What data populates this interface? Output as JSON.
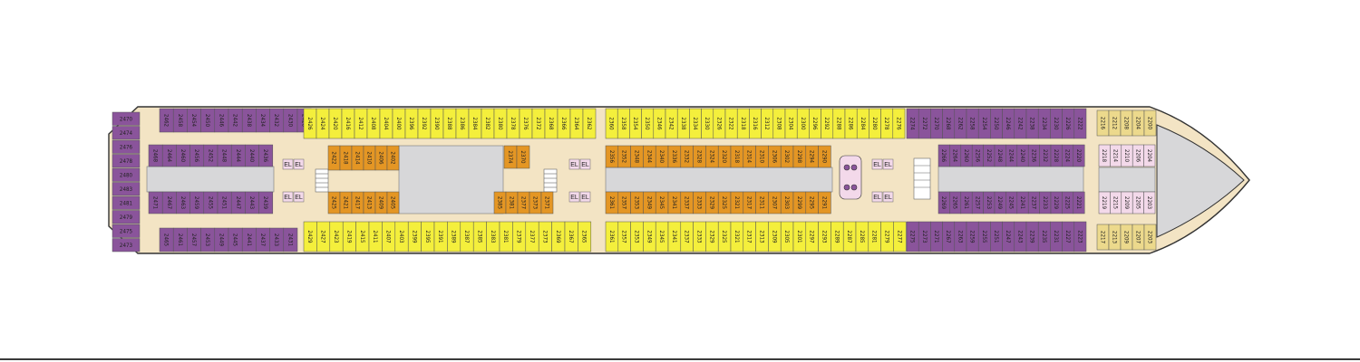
{
  "colors": {
    "suite": "#8a549b",
    "ocean_view": "#f4ef3c",
    "interior": "#e49624",
    "interior_light": "#f2d48a",
    "corridor": "#f3e4c4",
    "open_area": "#d7d7d9",
    "stern_gold": "#ecd98c",
    "service": "#f3d9ea",
    "hull_line": "#333333"
  },
  "deck": {
    "elevator_label": "EL",
    "stern_numbers": [
      "2470",
      "2474",
      "2476",
      "2478",
      "2480",
      "2483",
      "2481",
      "2479",
      "2475",
      "2473"
    ],
    "aft_top_outer": [
      "2462",
      "2458",
      "2454",
      "2450",
      "2446",
      "2442",
      "2438",
      "2434",
      "2432",
      "2430",
      "2428"
    ],
    "aft_top_inner": [
      "2468",
      "2464",
      "2460",
      "2456",
      "2452",
      "2448",
      "2444",
      "2440",
      "2436"
    ],
    "aft_bottom_inner": [
      "2471",
      "2467",
      "2463",
      "2459",
      "2455",
      "2451",
      "2447",
      "2443",
      "2439"
    ],
    "aft_bottom_outer": [
      "2465",
      "2461",
      "2457",
      "2453",
      "2449",
      "2445",
      "2441",
      "2437",
      "2433",
      "2431"
    ],
    "yellow_top_a": [
      "2426",
      "2424",
      "2420",
      "2416",
      "2412",
      "2408",
      "2404",
      "2400",
      "2396",
      "2392",
      "2390",
      "2388",
      "2386",
      "2384",
      "2382",
      "2380",
      "2378",
      "2376",
      "2372",
      "2368",
      "2366",
      "2364",
      "2362"
    ],
    "yellow_bottom_a": [
      "2429",
      "2427",
      "2423",
      "2419",
      "2415",
      "2411",
      "2407",
      "2403",
      "2399",
      "2395",
      "2391",
      "2389",
      "2387",
      "2385",
      "2383",
      "2381",
      "2379",
      "2377",
      "2373",
      "2369",
      "2367",
      "2365"
    ],
    "orange_a_top": [
      "2422",
      "2418",
      "2414",
      "2410",
      "2406",
      "2402"
    ],
    "orange_a_bottom": [
      "2425",
      "2421",
      "2417",
      "2413",
      "2409",
      "2405"
    ],
    "orange_b_top": [
      "2374",
      "2370"
    ],
    "orange_b_bottom": [
      "2385",
      "2381",
      "2377",
      "2373",
      "2371"
    ],
    "yellow_top_b": [
      "2360",
      "2358",
      "2354",
      "2350",
      "2346",
      "2342",
      "2338",
      "2334",
      "2330",
      "2326",
      "2322",
      "2318",
      "2316",
      "2312",
      "2308",
      "2304",
      "2300",
      "2296",
      "2292",
      "2288",
      "2286",
      "2284",
      "2280",
      "2278",
      "2276"
    ],
    "yellow_bottom_b": [
      "2361",
      "2357",
      "2353",
      "2349",
      "2345",
      "2341",
      "2337",
      "2333",
      "2329",
      "2325",
      "2321",
      "2317",
      "2313",
      "2309",
      "2305",
      "2301",
      "2297",
      "2293",
      "2289",
      "2287",
      "2285",
      "2281",
      "2279",
      "2277"
    ],
    "orange_c_top": [
      "2356",
      "2352",
      "2348",
      "2344",
      "2340",
      "2336",
      "2332",
      "2328",
      "2324",
      "2320",
      "2318",
      "2314",
      "2310",
      "2306",
      "2302",
      "2298",
      "2294",
      "2290"
    ],
    "orange_c_bottom": [
      "2361",
      "2357",
      "2353",
      "2349",
      "2345",
      "2341",
      "2337",
      "2333",
      "2329",
      "2325",
      "2321",
      "2317",
      "2311",
      "2307",
      "2303",
      "2299",
      "2295",
      "2291"
    ],
    "fwd_top_outer": [
      "2274",
      "2272",
      "2270",
      "2268",
      "2262",
      "2258",
      "2254",
      "2250",
      "2246",
      "2242",
      "2238",
      "2234",
      "2230",
      "2226",
      "2222"
    ],
    "fwd_top_inner": [
      "2266",
      "2264",
      "2260",
      "2256",
      "2252",
      "2248",
      "2244",
      "2240",
      "2236",
      "2232",
      "2228",
      "2224",
      "2220"
    ],
    "fwd_bottom_inner": [
      "2269",
      "2265",
      "2261",
      "2257",
      "2253",
      "2249",
      "2245",
      "2241",
      "2237",
      "2233",
      "2229",
      "2225",
      "2221"
    ],
    "fwd_bottom_outer": [
      "2275",
      "2273",
      "2271",
      "2267",
      "2263",
      "2259",
      "2255",
      "2251",
      "2247",
      "2243",
      "2239",
      "2235",
      "2231",
      "2227",
      "2223"
    ],
    "bow_top_outer": [
      "2216",
      "2212",
      "2208",
      "2204",
      "2200"
    ],
    "bow_top_inner": [
      "2218",
      "2214",
      "2210",
      "2206",
      "2204"
    ],
    "bow_bottom_inner": [
      "2219",
      "2215",
      "2209",
      "2205",
      "2203"
    ],
    "bow_bottom_outer": [
      "2217",
      "2213",
      "2209",
      "2207",
      "2203"
    ]
  }
}
